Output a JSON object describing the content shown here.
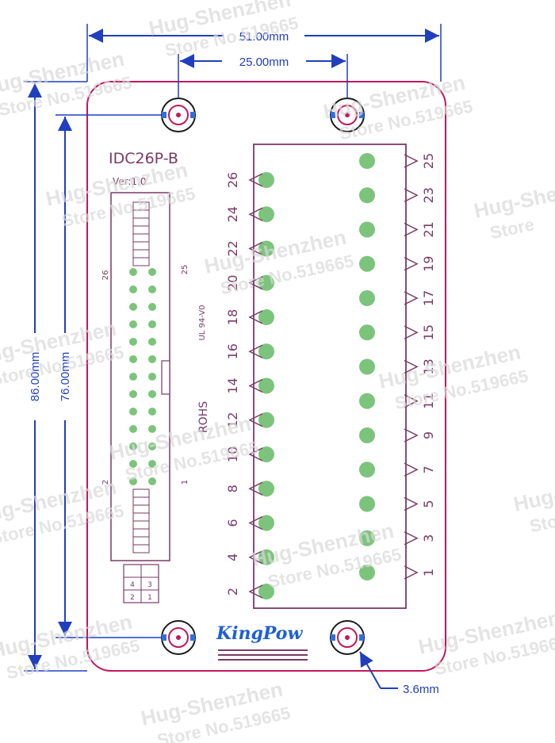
{
  "dimensions": {
    "total_width": "51.00mm",
    "hole_spacing_x": "25.00mm",
    "total_height": "86.00mm",
    "hole_spacing_y": "76.00mm",
    "hole_diameter": "3.6mm"
  },
  "board": {
    "part_name": "IDC26P-B",
    "version": "Ver:1.0",
    "rohs": "ROHS",
    "ul": "UL 94-V0",
    "brand": "KingPow",
    "header_labels": {
      "top_left": "26",
      "top_right": "25",
      "bottom_left": "2",
      "bottom_right": "1"
    },
    "key_box_labels": [
      "4",
      "3",
      "2",
      "1"
    ],
    "even_terminal_labels": [
      "26",
      "24",
      "22",
      "20",
      "18",
      "16",
      "14",
      "12",
      "10",
      "8",
      "6",
      "4",
      "2"
    ],
    "odd_terminal_labels": [
      "25",
      "23",
      "21",
      "19",
      "17",
      "15",
      "13",
      "11",
      "9",
      "7",
      "5",
      "3",
      "1"
    ]
  },
  "watermark": {
    "line1": "Hug-Shenzhen",
    "line2": "Store No.519665",
    "line2_short": "Store"
  },
  "colors": {
    "board_outline": "#c2185b",
    "dimension": "#1f3fbf",
    "silkscreen": "#7a3a66",
    "pad": "#7cc47c",
    "brand": "#1e5fd6"
  }
}
